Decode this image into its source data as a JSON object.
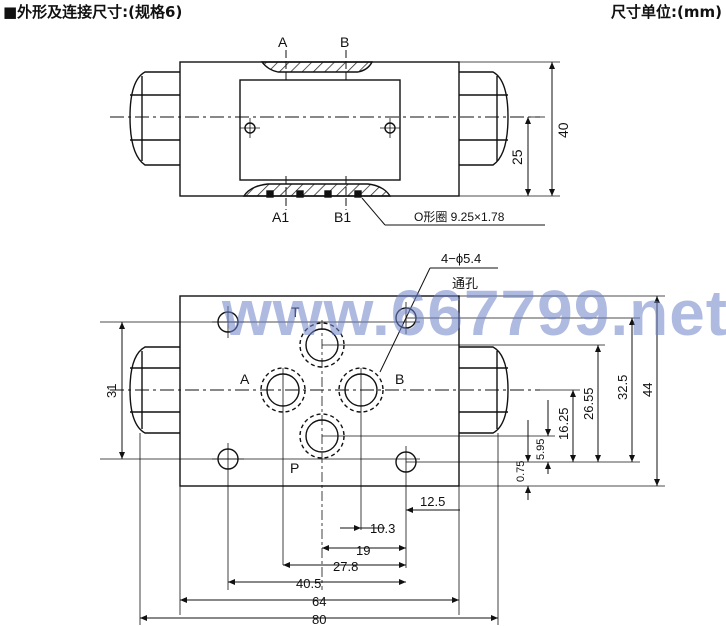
{
  "header": {
    "title": "■外形及连接尺寸:(规格6)",
    "unit": "尺寸单位:(mm)"
  },
  "watermark": "www.667799.net",
  "top_view": {
    "port_a": "A",
    "port_b": "B",
    "port_a1": "A1",
    "port_b1": "B1",
    "oring_label": "O形圈  9.25×1.78",
    "dim_40": "40",
    "dim_25": "25"
  },
  "bottom_view": {
    "hole_spec": "4−ϕ5.4",
    "through_hole": "通孔",
    "port_t": "T",
    "port_a": "A",
    "port_b": "B",
    "port_p": "P",
    "dim_31": "31",
    "dim_44": "44",
    "dim_32_5": "32.5",
    "dim_26_55": "26.55",
    "dim_16_25": "16.25",
    "dim_5_95": "5.95",
    "dim_0_75": "0.75",
    "dim_12_5": "12.5",
    "dim_10_3": "10.3",
    "dim_19": "19",
    "dim_27_8": "27.8",
    "dim_40_5": "40.5",
    "dim_64": "64",
    "dim_80": "80"
  }
}
